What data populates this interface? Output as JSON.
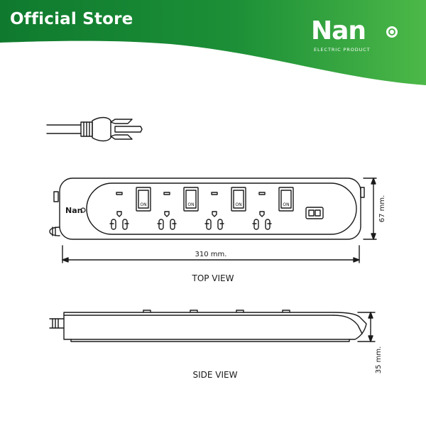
{
  "header": {
    "store_label": "Official Store",
    "brand_name": "Nan",
    "brand_tagline": "ELECTRIC PRODUCT",
    "colors": {
      "green_dark": "#0f7a2e",
      "green_light": "#4cb848",
      "white": "#ffffff"
    }
  },
  "diagram": {
    "socket_count": 4,
    "switch_label": "ON",
    "body_logo": "Nan",
    "dimensions": {
      "length": "310 mm.",
      "width": "67 mm.",
      "height": "35 mm."
    },
    "views": {
      "top": "TOP VIEW",
      "side": "SIDE VIEW"
    }
  }
}
